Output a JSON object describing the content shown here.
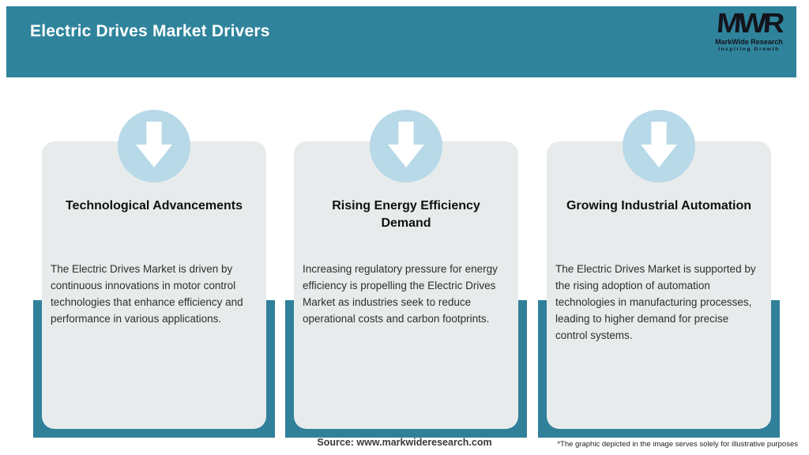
{
  "header": {
    "title": "Electric Drives Market Drivers",
    "logo": {
      "monogram": "MWR",
      "name": "MarkWide Research",
      "tagline": "Inspiring Growth"
    }
  },
  "cards": [
    {
      "icon": "down-arrow-icon",
      "title": "Technological Advancements",
      "description": "The Electric Drives Market is driven by continuous innovations in motor control technologies that enhance efficiency and performance in various applications."
    },
    {
      "icon": "down-arrow-icon",
      "title": "Rising Energy Efficiency Demand",
      "description": "Increasing regulatory pressure for energy efficiency is propelling the Electric Drives Market as industries seek to reduce operational costs and carbon footprints."
    },
    {
      "icon": "down-arrow-icon",
      "title": "Growing Industrial Automation",
      "description": "The Electric Drives Market is supported by the rising adoption of automation technologies in manufacturing processes, leading to higher demand for precise control systems."
    }
  ],
  "footer": {
    "source": "Source: www.markwideresearch.com",
    "disclaimer": "*The graphic depicted in the image serves solely for illustrative purposes"
  },
  "colors": {
    "header_teal": "#2F849C",
    "frame_teal": "#31809A",
    "card_background": "#E8EBEC",
    "circle_blue": "#B7D9E8",
    "arrow_white": "#FFFFFF",
    "title_text": "#111111",
    "body_text": "#2E2E2E",
    "logo_dark": "#14141C",
    "header_text": "#FFFFFF"
  }
}
